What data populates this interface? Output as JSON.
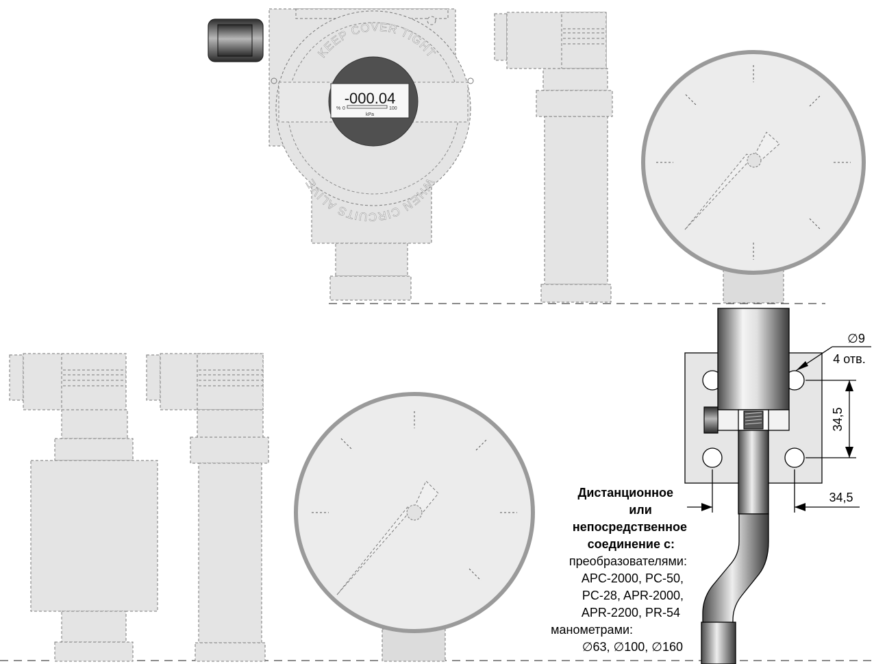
{
  "display": {
    "reading": "-000.04",
    "percent_sign": "%",
    "bar_min": "0",
    "bar_max": "100",
    "unit": "kPa"
  },
  "cover": {
    "top_text": "KEEP COVER TIGHT",
    "bottom_text": "WHEN CIRCUITS ALIVE"
  },
  "dimensions": {
    "hole_diameter": "∅9",
    "hole_count": "4 отв.",
    "vertical_spacing": "34,5",
    "horizontal_spacing": "34,5"
  },
  "caption": {
    "bold_lines": [
      "Дистанционное",
      "или",
      "непосредственное",
      "соединение с:"
    ],
    "normal_lines": [
      "преобразователями:",
      "APC-2000, PC-50,",
      "PC-28, APR-2000,",
      "APR-2200, PR-54",
      "манометрами:",
      "∅63, ∅100, ∅160"
    ]
  },
  "colors": {
    "housing_fill": "#e4e4e4",
    "gauge_ring": "#9a9a9a",
    "metal_dark": "#555555",
    "metal_light": "#f2f2f2"
  }
}
